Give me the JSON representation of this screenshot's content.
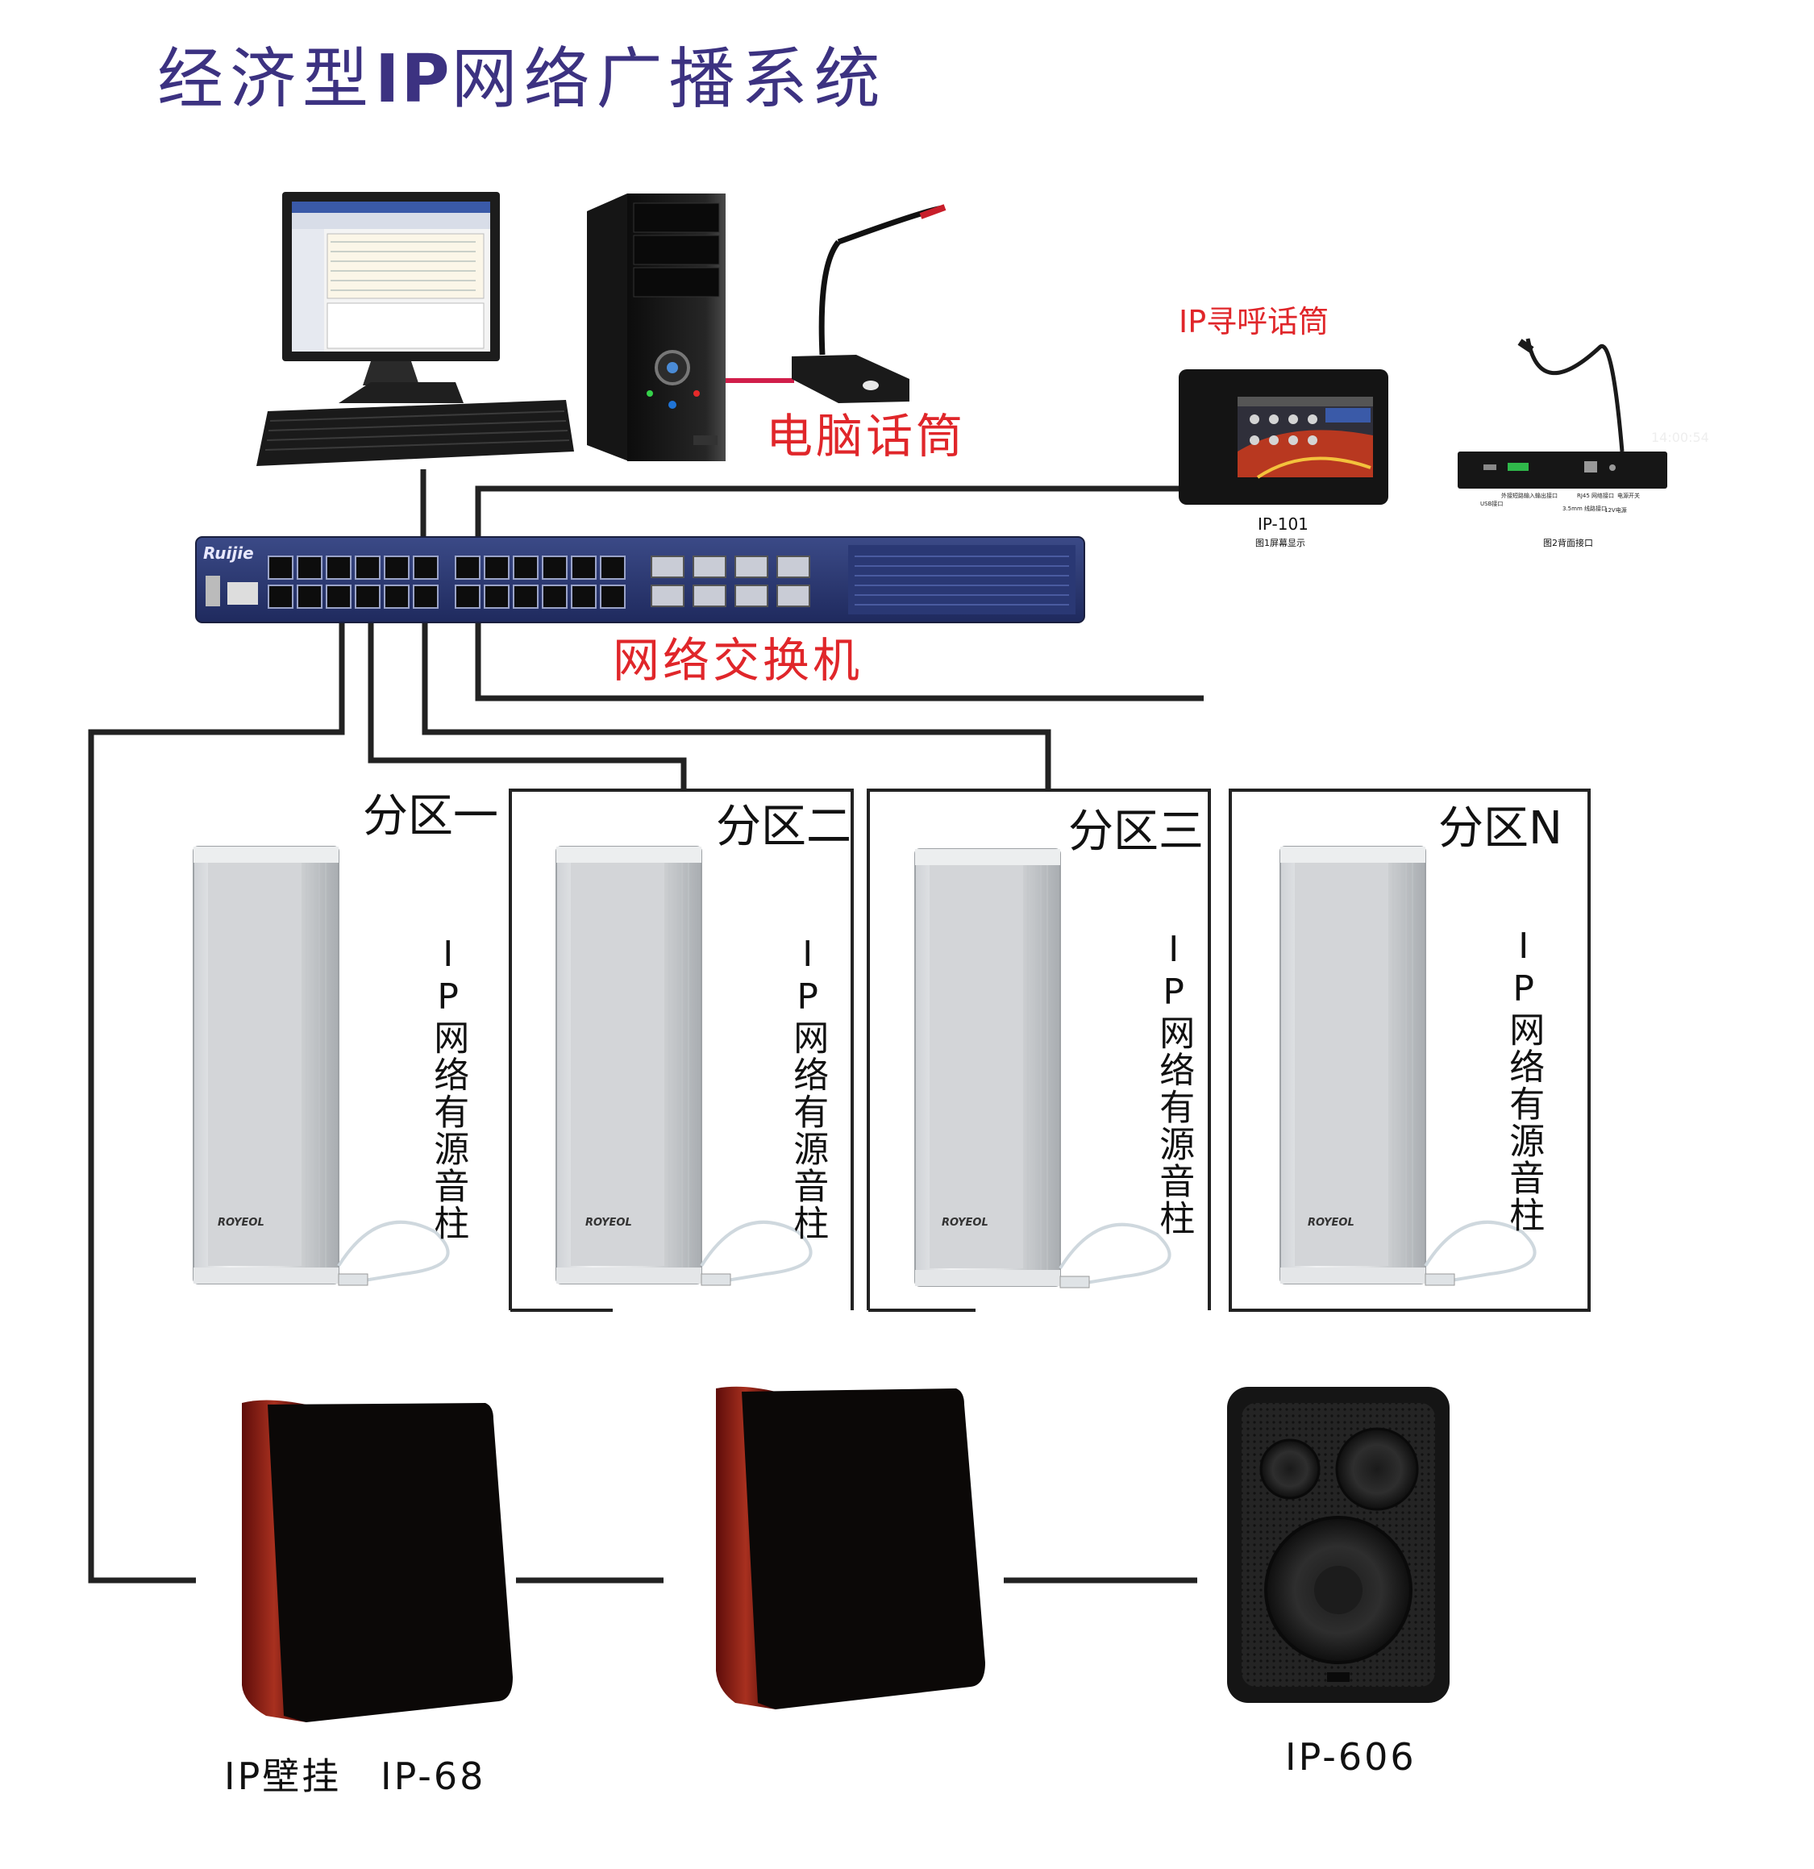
{
  "title": {
    "part1": "经济型",
    "part2": "IP",
    "part3": "网络广播系统"
  },
  "labels": {
    "computer_mic": "电脑话筒",
    "ip_paging_mic": "IP寻呼话筒",
    "ip101_model": "IP-101",
    "ip101_caption": "图1屏幕显示",
    "rear_caption": "图2背面接口",
    "network_switch": "网络交换机"
  },
  "rear_ports": [
    "USB接口",
    "外接短路输入输出接口",
    "3.5mm 线路接口",
    "RJ45 网络接口",
    "12V电源",
    "电源开关"
  ],
  "screen": {
    "clock": "14:00:54"
  },
  "switch_brand": "Ruijie",
  "zones": [
    {
      "name": "分区一",
      "device": "IP网络有源音柱"
    },
    {
      "name": "分区二",
      "device": "IP网络有源音柱"
    },
    {
      "name": "分区三",
      "device": "IP网络有源音柱"
    },
    {
      "name": "分区N",
      "device": "IP网络有源音柱"
    }
  ],
  "speaker_brand": "ROYEOL",
  "bottom": {
    "wall_label": "IP壁挂",
    "model_68": "IP-68",
    "model_606": "IP-606"
  },
  "colors": {
    "title": "#3c3281",
    "accent_red": "#e0262a",
    "line": "#222222",
    "wood": "#8a1a14"
  }
}
